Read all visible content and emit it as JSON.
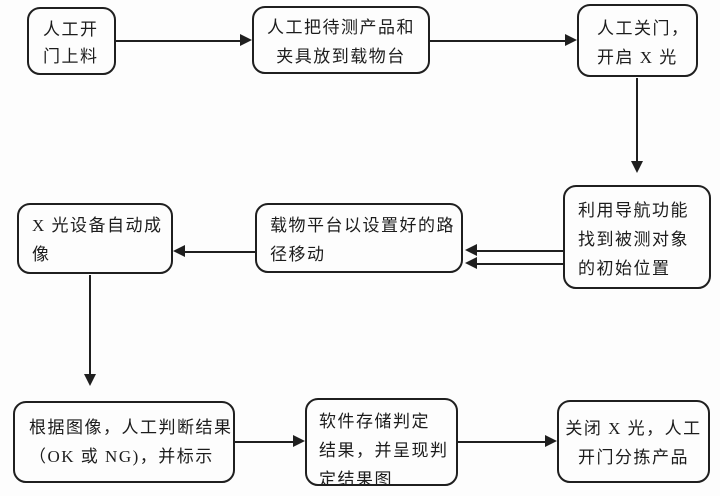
{
  "diagram": {
    "type": "flowchart",
    "background": "#fdfdfd",
    "line_color": "#1f1f1f"
  },
  "nodes": [
    {
      "id": "open-door-load",
      "lines": [
        "人工开",
        "门上料"
      ]
    },
    {
      "id": "place-product-on-stage",
      "lines": [
        "人工把待测产品和",
        "夹具放到载物台"
      ]
    },
    {
      "id": "close-door-xray-on",
      "lines": [
        "人工关门，",
        "开启 X 光"
      ]
    },
    {
      "id": "navigate-initial-position",
      "lines": [
        "利用导航功能",
        "找到被测对象",
        "的初始位置"
      ]
    },
    {
      "id": "stage-moves-preset-path",
      "lines": [
        "载物平台以设置好的路",
        "径移动"
      ]
    },
    {
      "id": "xray-auto-imaging",
      "lines": [
        "X 光设备自动成",
        "像"
      ]
    },
    {
      "id": "manual-judge-result",
      "lines": [
        "根据图像，人工判断结果",
        "（OK 或 NG)，并标示"
      ]
    },
    {
      "id": "software-store-result",
      "lines": [
        "软件存储判定",
        "结果，并呈现判",
        "定结果图"
      ]
    },
    {
      "id": "xray-off-sort-product",
      "lines": [
        "关闭 X 光，人工",
        "开门分拣产品"
      ]
    }
  ]
}
